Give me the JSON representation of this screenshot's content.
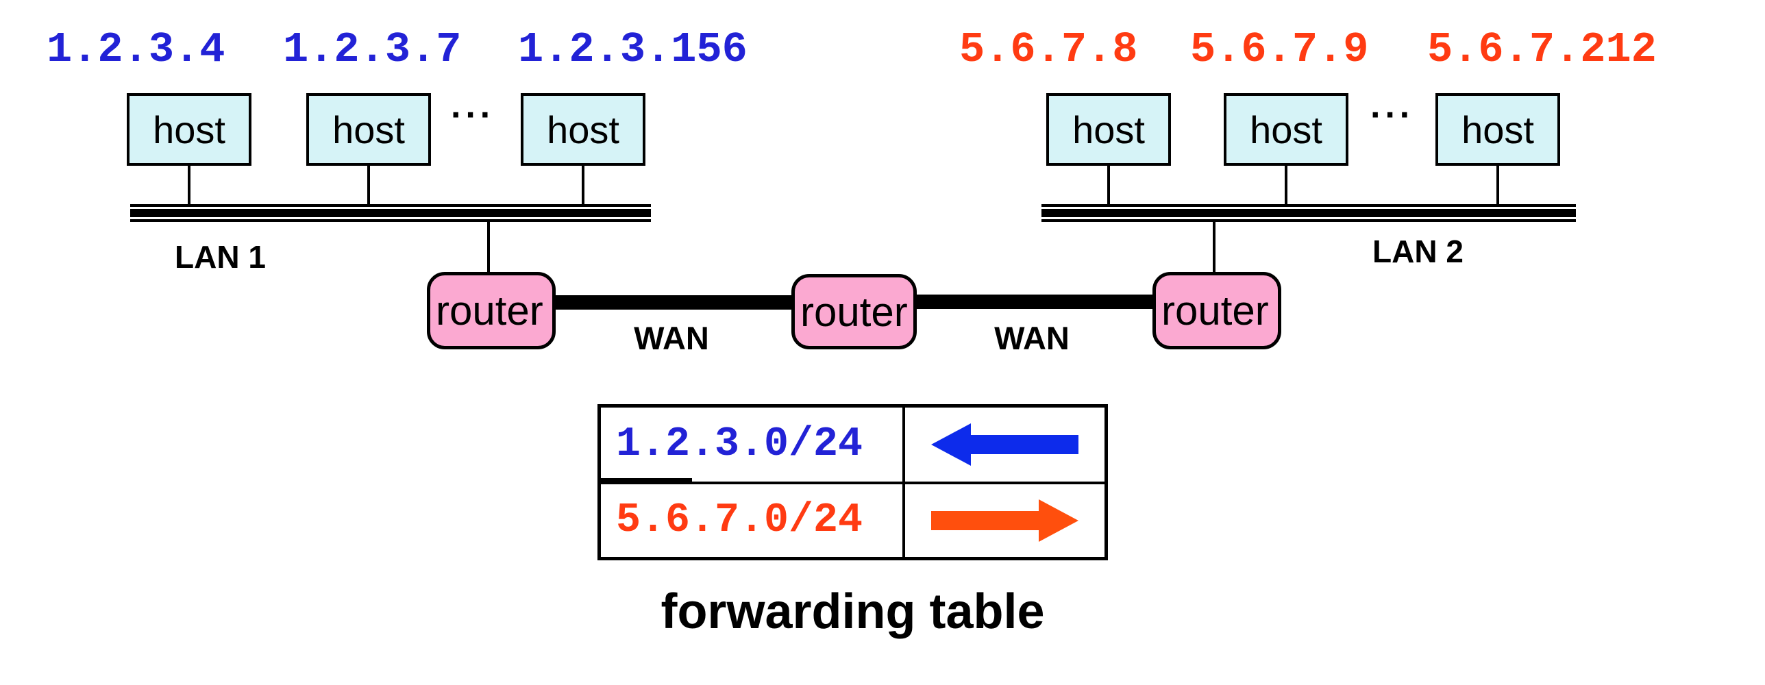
{
  "colors": {
    "ip_blue": "#2222D6",
    "ip_red": "#FF3B12",
    "arrow_blue": "#0D2BEB",
    "arrow_orange": "#FF4F0D",
    "host_fill": "#D6F3F7",
    "router_fill": "#FBA9D1",
    "line_black": "#000000"
  },
  "lan1": {
    "label": "LAN 1",
    "ellipsis": "···",
    "hosts": [
      {
        "label": "host",
        "ip": "1.2.3.4"
      },
      {
        "label": "host",
        "ip": "1.2.3.7"
      },
      {
        "label": "host",
        "ip": "1.2.3.156"
      }
    ]
  },
  "lan2": {
    "label": "LAN 2",
    "ellipsis": "···",
    "hosts": [
      {
        "label": "host",
        "ip": "5.6.7.8"
      },
      {
        "label": "host",
        "ip": "5.6.7.9"
      },
      {
        "label": "host",
        "ip": "5.6.7.212"
      }
    ]
  },
  "routers": [
    {
      "label": "router"
    },
    {
      "label": "router"
    },
    {
      "label": "router"
    }
  ],
  "wan": {
    "labels": [
      "WAN",
      "WAN"
    ]
  },
  "forwarding_table": {
    "caption": "forwarding table",
    "rows": [
      {
        "prefix": "1.2.3.0/24",
        "direction": "left",
        "arrow_color": "#0D2BEB"
      },
      {
        "prefix": "5.6.7.0/24",
        "direction": "right",
        "arrow_color": "#FF4F0D"
      }
    ]
  }
}
